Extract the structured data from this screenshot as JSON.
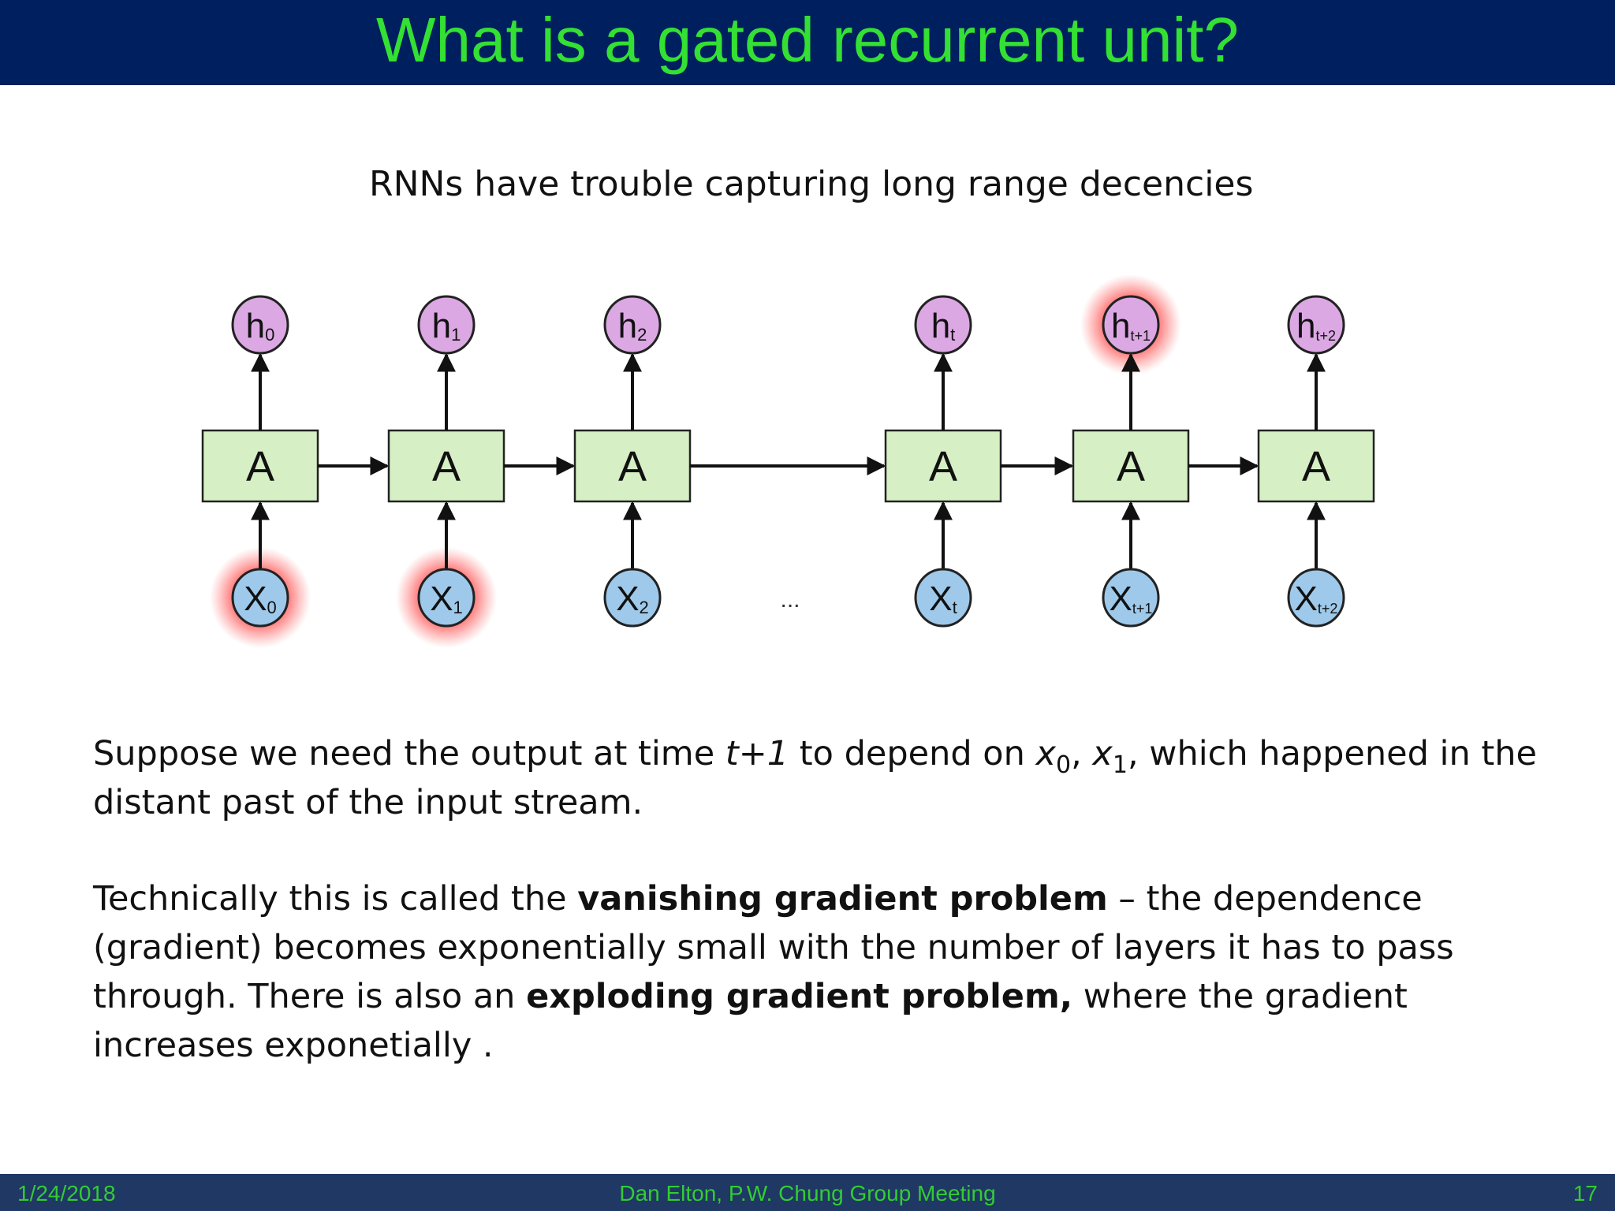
{
  "slide": {
    "title": "What is a gated recurrent unit?",
    "subtitle": "RNNs have trouble capturing long range decencies"
  },
  "diagram": {
    "cell_label": "A",
    "ellipsis": "...",
    "outputs": [
      {
        "base": "h",
        "sub": "0",
        "highlighted": false
      },
      {
        "base": "h",
        "sub": "1",
        "highlighted": false
      },
      {
        "base": "h",
        "sub": "2",
        "highlighted": false
      },
      {
        "base": "h",
        "sub": "t",
        "highlighted": false
      },
      {
        "base": "h",
        "sub": "t+1",
        "highlighted": true
      },
      {
        "base": "h",
        "sub": "t+2",
        "highlighted": false
      }
    ],
    "inputs": [
      {
        "base": "X",
        "sub": "0",
        "highlighted": true
      },
      {
        "base": "X",
        "sub": "1",
        "highlighted": true
      },
      {
        "base": "X",
        "sub": "2",
        "highlighted": false
      },
      {
        "base": "X",
        "sub": "t",
        "highlighted": false
      },
      {
        "base": "X",
        "sub": "t+1",
        "highlighted": false
      },
      {
        "base": "X",
        "sub": "t+2",
        "highlighted": false
      }
    ],
    "colors": {
      "output_fill": "#dca8e4",
      "input_fill": "#9ec9ea",
      "cell_fill": "#d6efc4",
      "highlight": "#ff2a2a"
    }
  },
  "paragraph1": {
    "a": "Suppose we need the output at time ",
    "t1": "t+1",
    "b": " to depend on ",
    "x": "x",
    "x0sub": "0",
    "comma": ", ",
    "x1sub": "1",
    "c": ", which happened in the distant past of the input stream."
  },
  "paragraph2": {
    "a": "Technically this is called the ",
    "b1": "vanishing gradient problem",
    "c": " – the dependence (gradient) becomes exponentially small with the number of layers it has to pass through. There is also an ",
    "b2": "exploding gradient problem,",
    "d": " where the gradient increases exponetially ."
  },
  "footer": {
    "date": "1/24/2018",
    "center": "Dan Elton, P.W. Chung Group Meeting",
    "page": "17"
  }
}
